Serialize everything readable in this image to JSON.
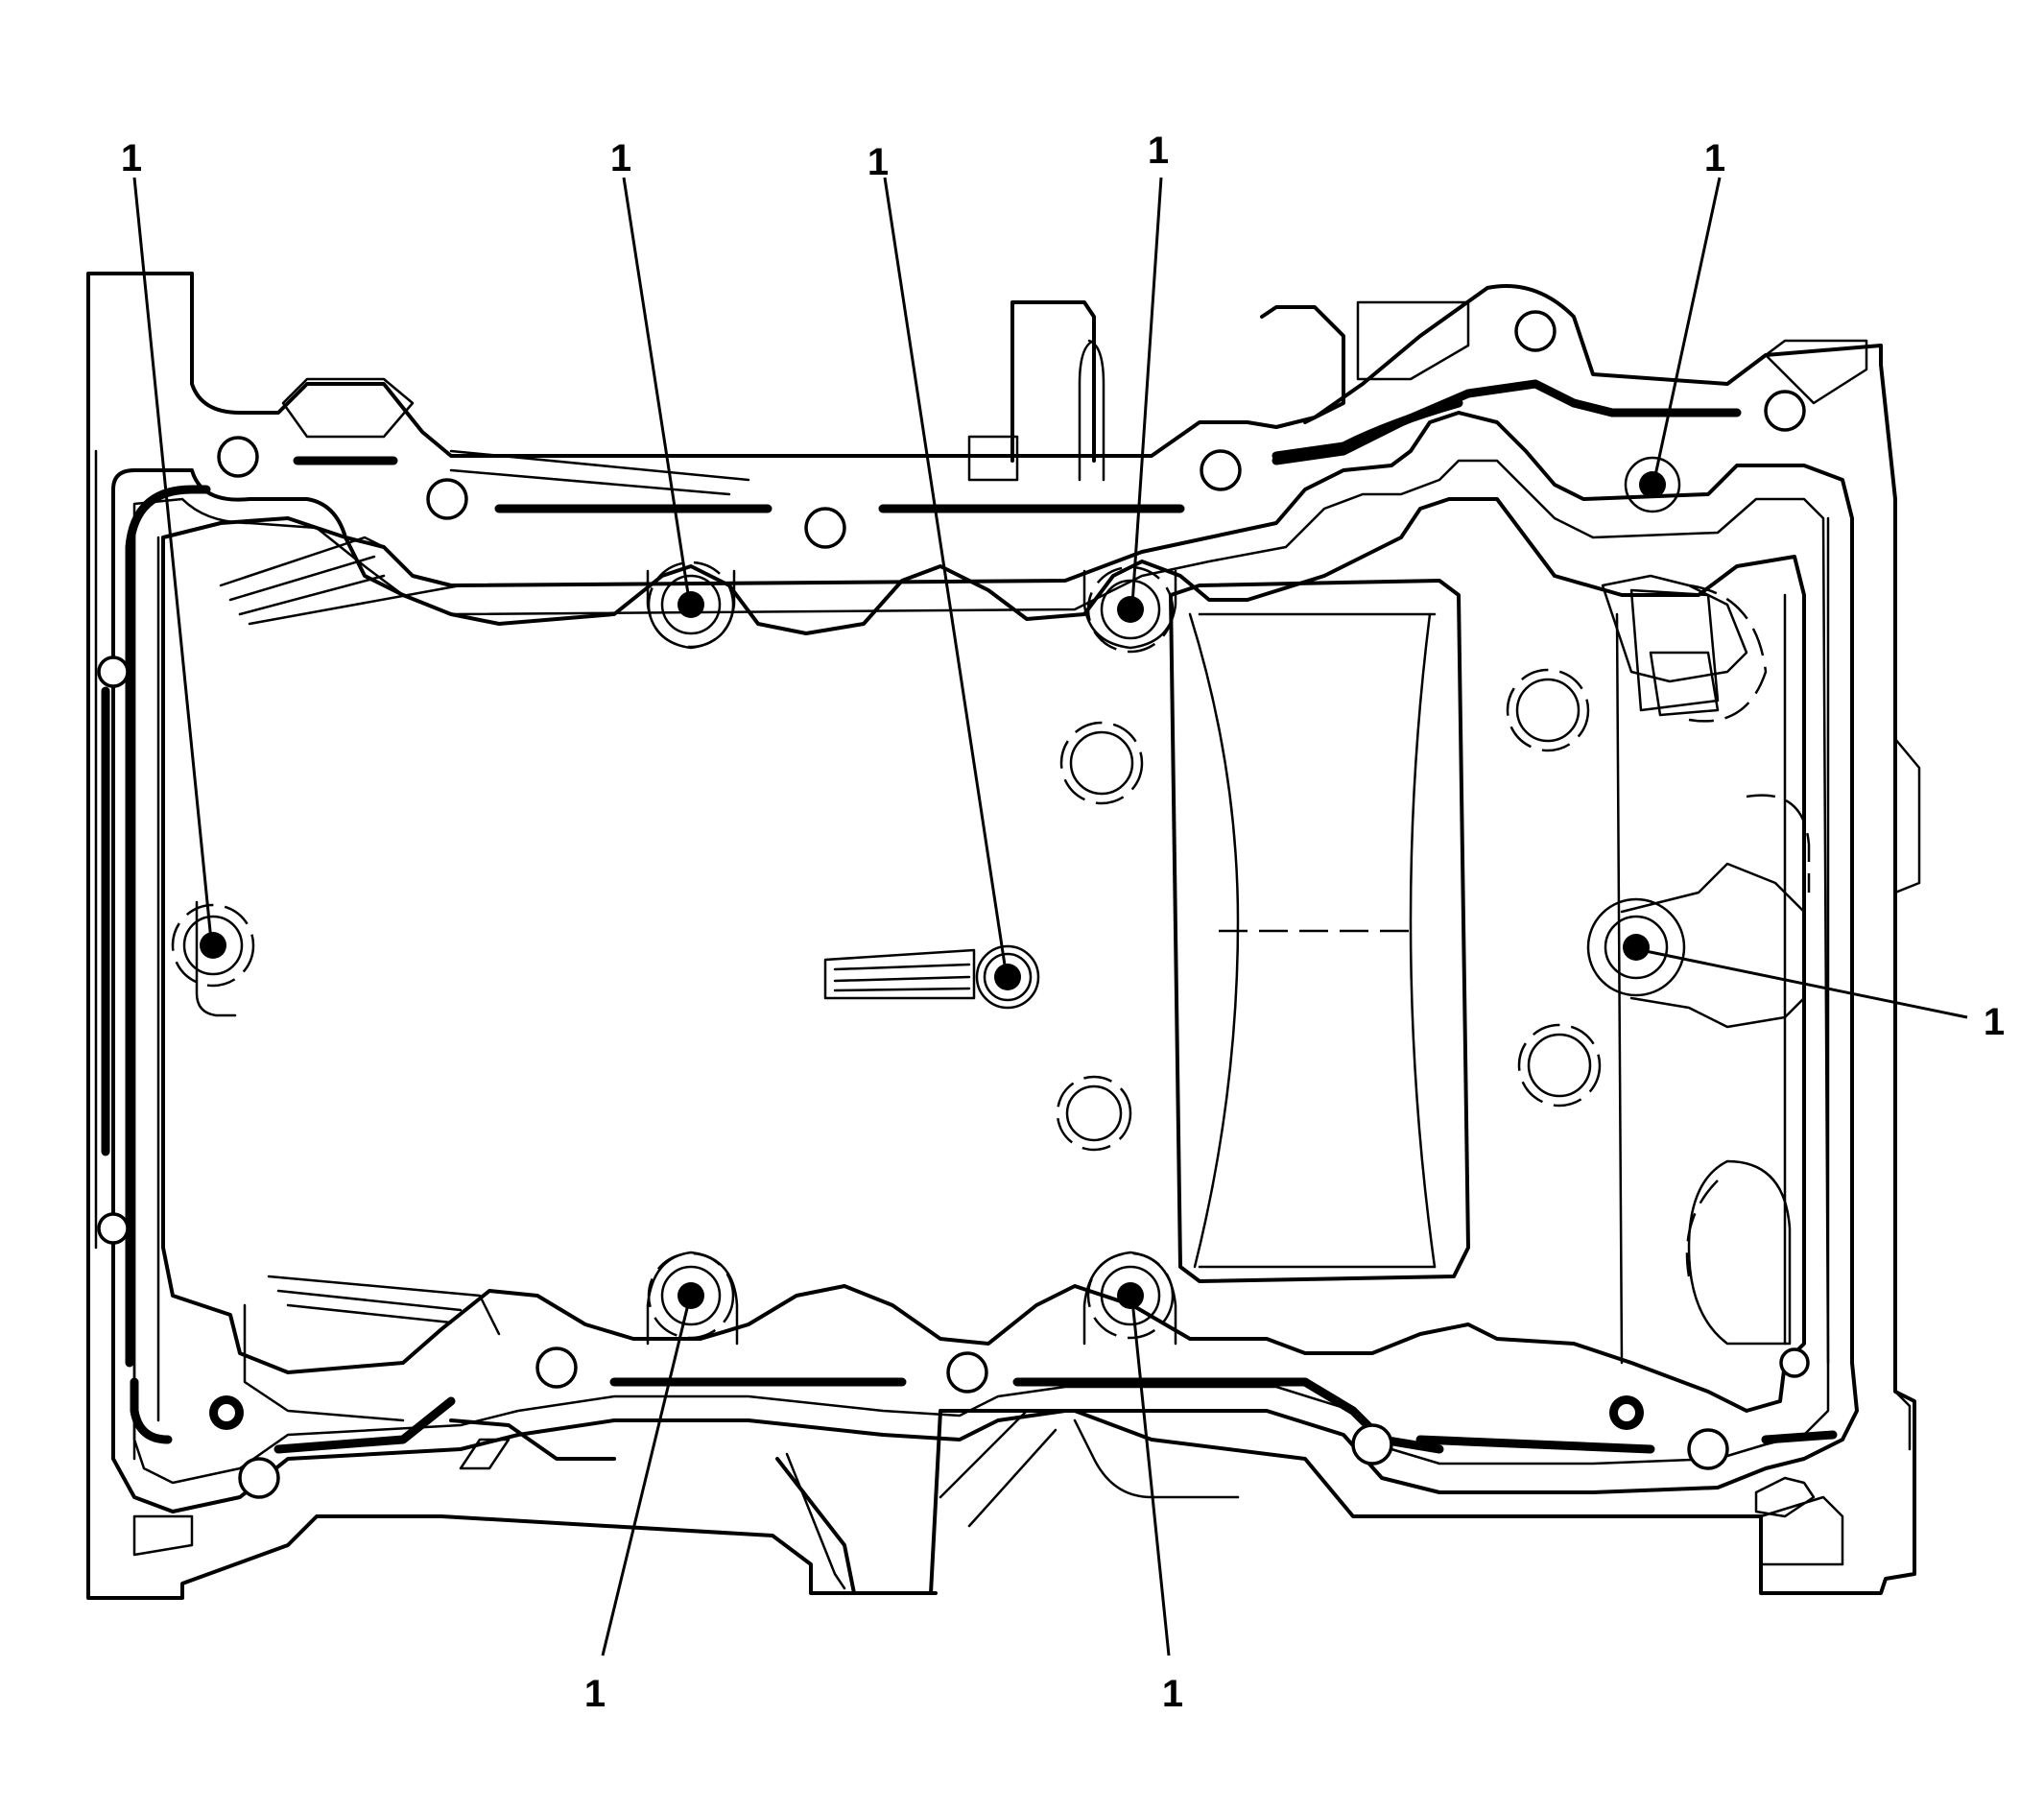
{
  "callouts": [
    {
      "label": "1"
    },
    {
      "label": "1"
    },
    {
      "label": "1"
    },
    {
      "label": "1"
    },
    {
      "label": "1"
    },
    {
      "label": "1"
    },
    {
      "label": "1"
    },
    {
      "label": "1"
    }
  ],
  "colors": {
    "line": "#000000",
    "background": "#ffffff"
  }
}
